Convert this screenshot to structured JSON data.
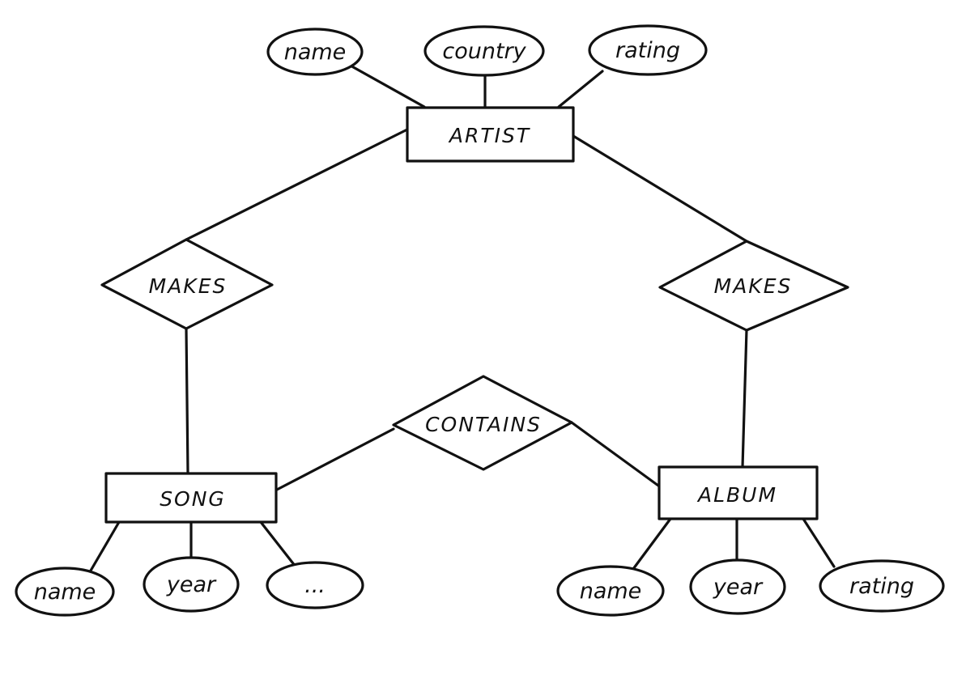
{
  "entities": {
    "artist": "ARTIST",
    "song": "SONG",
    "album": "ALBUM"
  },
  "relationships": {
    "artist_song": "MAKES",
    "artist_album": "MAKES",
    "album_song": "CONTAINS"
  },
  "attributes": {
    "artist": [
      "name",
      "country",
      "rating"
    ],
    "song": [
      "name",
      "year",
      "..."
    ],
    "album": [
      "name",
      "year",
      "rating"
    ]
  },
  "colors": {
    "ink": "#111111",
    "background": "#ffffff"
  }
}
